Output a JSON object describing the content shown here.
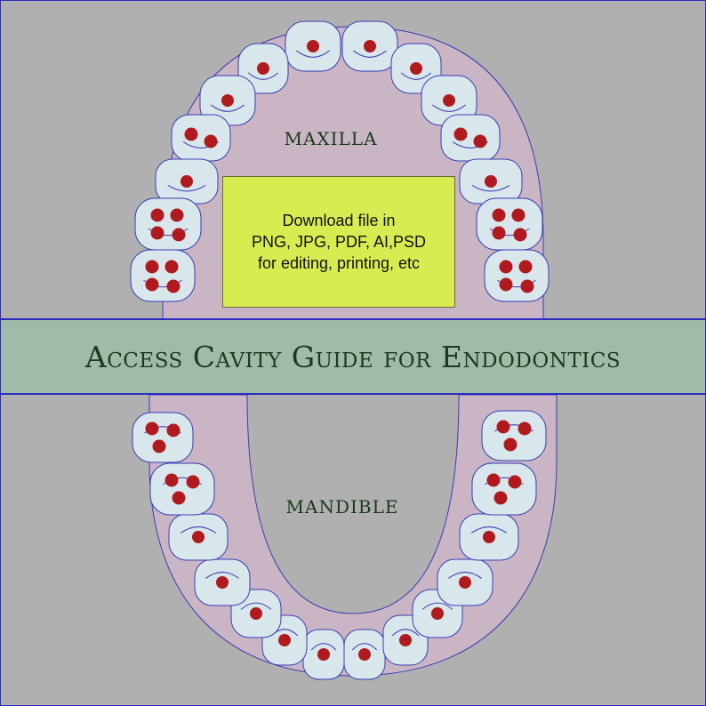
{
  "labels": {
    "maxilla": "MAXILLA",
    "mandible": "MANDIBLE",
    "banner": "Access Cavity Guide for Endodontics",
    "info": "Download file in\nPNG, JPG, PDF, AI,PSD\nfor editing, printing, etc"
  },
  "colors": {
    "background": "#b0b0b0",
    "gum": "#c9b5c3",
    "tooth": "#d8e7ec",
    "outline": "#3c3cb4",
    "canal": "#b01a1f",
    "banner": "#9fbcaa",
    "label_text": "#1c3a1c",
    "info_box": "#d8ec52"
  },
  "upper_teeth": [
    {
      "canals": 1
    },
    {
      "canals": 1
    },
    {
      "canals": 1
    },
    {
      "canals": 1
    },
    {
      "canals": 1
    },
    {
      "canals": 1
    },
    {
      "canals": 2
    },
    {
      "canals": 2
    },
    {
      "canals": 1
    },
    {
      "canals": 1
    },
    {
      "canals": 4
    },
    {
      "canals": 4
    },
    {
      "canals": 4
    },
    {
      "canals": 4
    }
  ],
  "lower_teeth": [
    {
      "canals": 1
    },
    {
      "canals": 1
    },
    {
      "canals": 1
    },
    {
      "canals": 1
    },
    {
      "canals": 1
    },
    {
      "canals": 1
    },
    {
      "canals": 1
    },
    {
      "canals": 1
    },
    {
      "canals": 1
    },
    {
      "canals": 1
    },
    {
      "canals": 3
    },
    {
      "canals": 3
    },
    {
      "canals": 3
    },
    {
      "canals": 3
    }
  ]
}
